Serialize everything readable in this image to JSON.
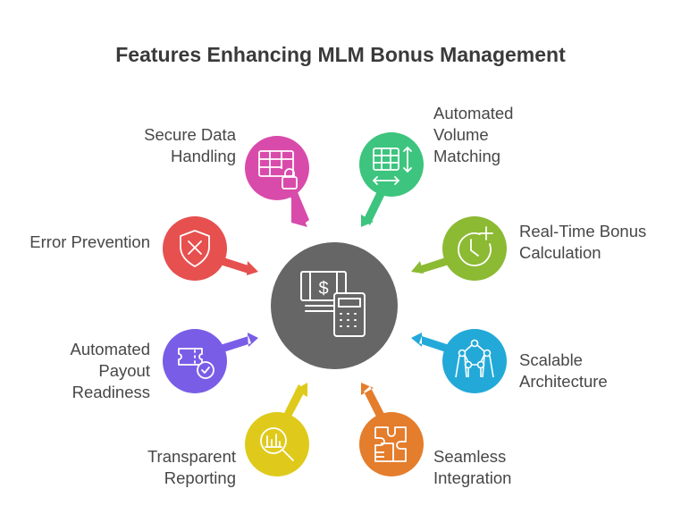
{
  "title": "Features Enhancing MLM Bonus Management",
  "center": {
    "icon": "money-calculator-icon",
    "color": "#666666"
  },
  "features": [
    {
      "id": "secure-data-handling",
      "lines": [
        "Secure Data",
        "Handling"
      ],
      "color": "#d94bab",
      "icon": "table-lock-icon"
    },
    {
      "id": "automated-volume-matching",
      "lines": [
        "Automated",
        "Volume",
        "Matching"
      ],
      "color": "#3dc47e",
      "icon": "table-arrows-icon"
    },
    {
      "id": "real-time-bonus-calculation",
      "lines": [
        "Real-Time Bonus",
        "Calculation"
      ],
      "color": "#8cba33",
      "icon": "clock-plus-icon"
    },
    {
      "id": "scalable-architecture",
      "lines": [
        "Scalable",
        "Architecture"
      ],
      "color": "#23a9d8",
      "icon": "network-structure-icon"
    },
    {
      "id": "seamless-integration",
      "lines": [
        "Seamless",
        "Integration"
      ],
      "color": "#e47d2c",
      "icon": "puzzle-pieces-icon"
    },
    {
      "id": "transparent-reporting",
      "lines": [
        "Transparent",
        "Reporting"
      ],
      "color": "#dfca1b",
      "icon": "magnifier-report-icon"
    },
    {
      "id": "automated-payout-readiness",
      "lines": [
        "Automated",
        "Payout",
        "Readiness"
      ],
      "color": "#7a5de6",
      "icon": "ticket-check-icon"
    },
    {
      "id": "error-prevention",
      "lines": [
        "Error Prevention"
      ],
      "color": "#e6504f",
      "icon": "shield-x-icon"
    }
  ]
}
